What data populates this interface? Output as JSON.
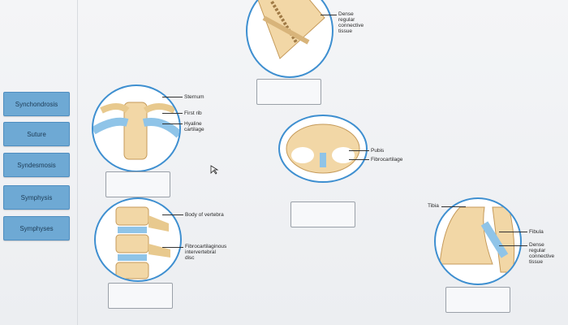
{
  "labels": [
    "Synchondrosis",
    "Suture",
    "Syndesmosis",
    "Symphysis",
    "Symphyses"
  ],
  "annotations": {
    "top_circle": [
      "Dense",
      "regular",
      "connective",
      "tissue"
    ],
    "sternum": "Sternum",
    "first_rib": "First rib",
    "hyaline": [
      "Hyaline",
      "cartilage"
    ],
    "body_vertebra": "Body of vertebra",
    "fibro_disc": [
      "Fibrocartilaginous",
      "intervertebral",
      "disc"
    ],
    "pubis": "Pubis",
    "fibrocartilage": "Fibrocartilage",
    "tibia": "Tibia",
    "fibula": "Fibula",
    "tibiofibular": [
      "Dense",
      "regular",
      "connective",
      "tissue"
    ]
  },
  "colors": {
    "chip_bg": "#6ea9d4",
    "circle_border": "#3e8fd0",
    "bone": "#f2d7a6",
    "cartilage": "#8fc4e8"
  }
}
